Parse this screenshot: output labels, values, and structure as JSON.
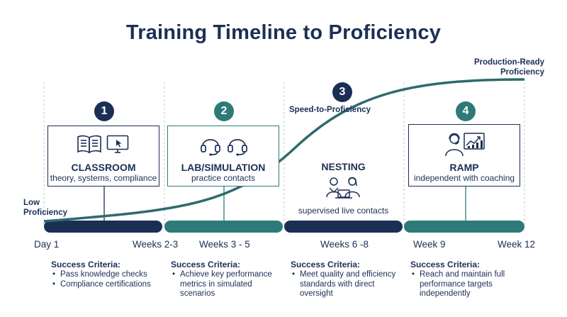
{
  "title": "Training Timeline to Proficiency",
  "labels": {
    "low": "Low Proficiency",
    "production": "Production-Ready Proficiency",
    "speed": "Speed-to-Proficiency"
  },
  "stages": [
    {
      "number": "1",
      "name": "CLASSROOM",
      "subtitle": "theory, systems, compliance",
      "icons": [
        "open-book-icon",
        "computer-monitor-icon"
      ]
    },
    {
      "number": "2",
      "name": "LAB/SIMULATION",
      "subtitle": "practice contacts",
      "icons": [
        "headset-icon",
        "headset-icon"
      ]
    },
    {
      "number": "3",
      "name": "NESTING",
      "subtitle": "supervised live contacts",
      "icons": [
        "agents-at-laptop-icon"
      ]
    },
    {
      "number": "4",
      "name": "RAMP",
      "subtitle": "independent with coaching",
      "icons": [
        "agent-with-growth-chart-icon"
      ]
    }
  ],
  "weeks": [
    "Day 1",
    "Weeks 2-3",
    "Weeks 3 - 5",
    "Weeks 6 -8",
    "Week 9",
    "Week 12"
  ],
  "criteria": [
    {
      "heading": "Success Criteria:",
      "items": [
        "Pass knowledge checks",
        "Compliance certifications"
      ]
    },
    {
      "heading": "Success Criteria:",
      "items": [
        "Achieve key performance metrics in simulated scenarios"
      ]
    },
    {
      "heading": "Success Criteria:",
      "items": [
        "Meet quality and efficiency standards with direct oversight"
      ]
    },
    {
      "heading": "Success Criteria:",
      "items": [
        "Reach and maintain full performance targets independently"
      ]
    }
  ],
  "colors": {
    "navy": "#1b2f55",
    "teal": "#2e7a78",
    "grid": "#c8c8c8"
  }
}
